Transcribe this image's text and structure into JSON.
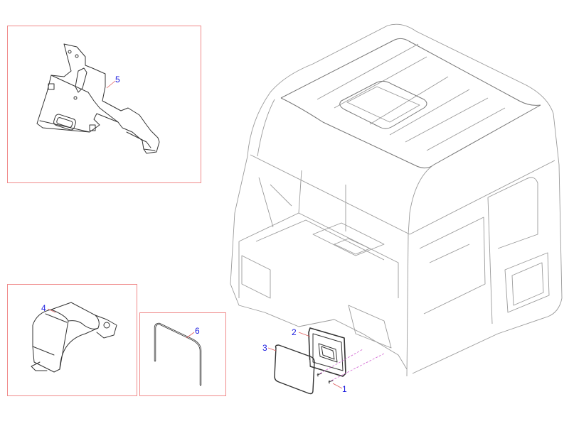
{
  "diagram": {
    "type": "exploded-parts-view",
    "subject": "truck cab assembly",
    "colors": {
      "panel_border": "#f08a8a",
      "callout_text": "#1a1adf",
      "leader_line": "#e06060",
      "assembly_axis": "#d060d0"
    },
    "panels": [
      {
        "id": "panel-part-5",
        "callout": "5"
      },
      {
        "id": "panel-part-4",
        "callout": "4"
      },
      {
        "id": "panel-part-6",
        "callout": "6"
      }
    ],
    "callouts": {
      "c1": "1",
      "c2": "2",
      "c3": "3",
      "c4": "4",
      "c5": "5",
      "c6": "6"
    }
  }
}
